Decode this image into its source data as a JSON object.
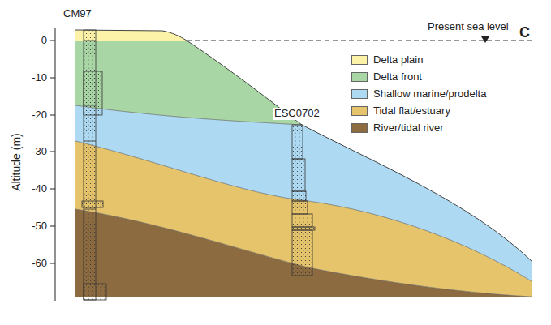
{
  "diagram": {
    "labels": [
      "CM97",
      "Present sea level",
      "C",
      "ESC0702",
      "0",
      "-10",
      "-20",
      "-30",
      "-40",
      "-50",
      "-60",
      "Altitude (m)"
    ],
    "legend": [
      {
        "text": "Delta plain",
        "color": "#fcf3a8"
      },
      {
        "text": "Delta front",
        "color": "#a9d6a5"
      },
      {
        "text": "Shallow marine/prodelta",
        "color": "#addaf2"
      },
      {
        "text": "Tidal flat/estuary",
        "color": "#e6c46c"
      },
      {
        "text": "River/tidal river",
        "color": "#8d6b41"
      }
    ]
  }
}
